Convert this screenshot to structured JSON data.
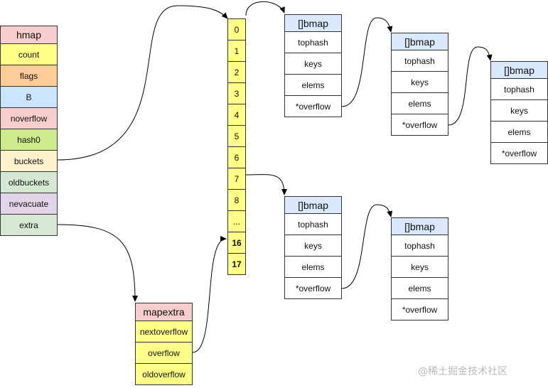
{
  "hmap": {
    "title": "hmap",
    "fields": [
      {
        "label": "count",
        "color": "#ffff88"
      },
      {
        "label": "flags",
        "color": "#ffcc99"
      },
      {
        "label": "B",
        "color": "#cce5ff"
      },
      {
        "label": "noverflow",
        "color": "#f8cecc"
      },
      {
        "label": "hash0",
        "color": "#cdeb8b"
      },
      {
        "label": "buckets",
        "color": "#fff2cc"
      },
      {
        "label": "oldbuckets",
        "color": "#d5e8d4"
      },
      {
        "label": "nevacuate",
        "color": "#e1d5e7"
      },
      {
        "label": "extra",
        "color": "#d5e8d4"
      }
    ],
    "title_color": "#f8cecc"
  },
  "buckets_array": {
    "color": "#ffff88",
    "cells": [
      "0",
      "1",
      "2",
      "3",
      "4",
      "5",
      "6",
      "7",
      "8",
      "...",
      "16",
      "17"
    ],
    "bold": [
      "16",
      "17"
    ]
  },
  "bmap_title": "[]bmap",
  "bmap_header_color": "#dae8fc",
  "bmap_fields": [
    "tophash",
    "keys",
    "elems",
    "*overflow"
  ],
  "mapextra": {
    "title": "mapextra",
    "title_color": "#f8cecc",
    "fields_color": "#ffff88",
    "fields": [
      "nextoverflow",
      "overflow",
      "oldoverflow"
    ]
  },
  "watermark": "@稀土掘金技术社区"
}
